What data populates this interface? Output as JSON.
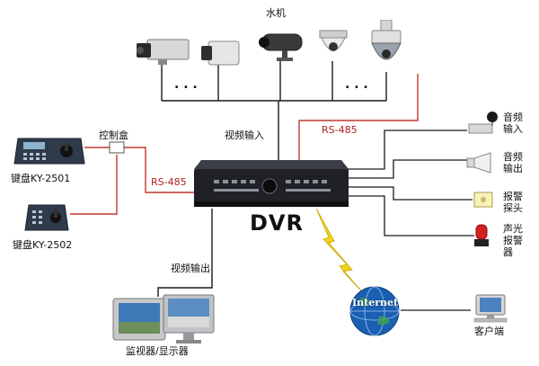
{
  "diagram": {
    "title": "DVR",
    "cameras_label": "水机",
    "video_input_label": "视频输入",
    "video_output_label": "视频输出",
    "control_box_label": "控制盒",
    "rs485_left_label": "RS-485",
    "rs485_right_label": "RS-485",
    "keyboard_1_label": "键盘KY-2501",
    "keyboard_2_label": "键盘KY-2502",
    "monitor_label": "监视器/显示器",
    "internet_label": "Internet",
    "client_label": "客户端",
    "right_devices": [
      {
        "label": "音频输入"
      },
      {
        "label": "音频输出"
      },
      {
        "label": "报警探头"
      },
      {
        "label": "声光报警器"
      }
    ],
    "camera_dots": ". . ."
  },
  "colors": {
    "wire_black": "#1a1a1a",
    "wire_red": "#c0392b",
    "dvr_body": "#1f2127",
    "globe_blue": "#1b5fb3",
    "lightning": "#f2d21b"
  }
}
